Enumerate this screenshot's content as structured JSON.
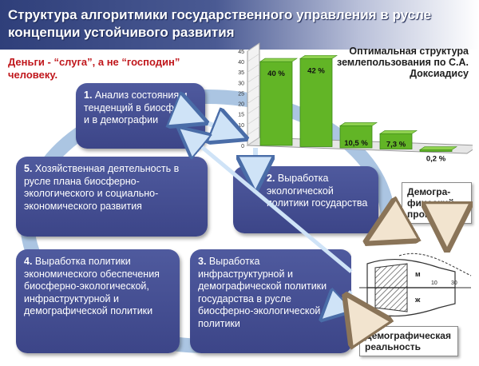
{
  "title": "Структура алгоритмики государственного управления в русле концепции устойчивого развития",
  "slogan": "Деньги - “слуга”, а не “господин” человеку.",
  "steps": [
    {
      "num": "1.",
      "text": "Анализ состояния и тенденций в биосфере и в демографии"
    },
    {
      "num": "2.",
      "text": "Выработка экологической политики государства"
    },
    {
      "num": "3.",
      "text": "Выработка инфраструктурной и демографической политики государства в русле биосферно-экологической политики"
    },
    {
      "num": "4.",
      "text": "Выработка политики экономического обеспечения биосферно-экологической, инфраструктурной и демографической политики"
    },
    {
      "num": "5.",
      "text": "Хозяйственная деятельность в русле плана биосферно-экологического и социально-экономического развития"
    }
  ],
  "chart_data": {
    "type": "bar",
    "title": "Оптимальная структура землепользования по С.А. Доксиадису",
    "categories": [
      "",
      "",
      "",
      "",
      ""
    ],
    "values": [
      40,
      42,
      10.5,
      7.3,
      0.2
    ],
    "value_labels": [
      "40 %",
      "42 %",
      "10,5 %",
      "7,3 %",
      "0,2 %"
    ],
    "yticks": [
      "0",
      "5",
      "10",
      "15",
      "20",
      "25",
      "30",
      "35",
      "40",
      "45"
    ],
    "ylim": [
      0,
      45
    ],
    "bar_color": "#62b526"
  },
  "demo_forecast": "Демогра-фический прогноз",
  "demo_reality": "Демографическая реальность",
  "mini_chart": {
    "labels": [
      "м",
      "ж"
    ],
    "xticks": [
      "10",
      "30"
    ]
  }
}
